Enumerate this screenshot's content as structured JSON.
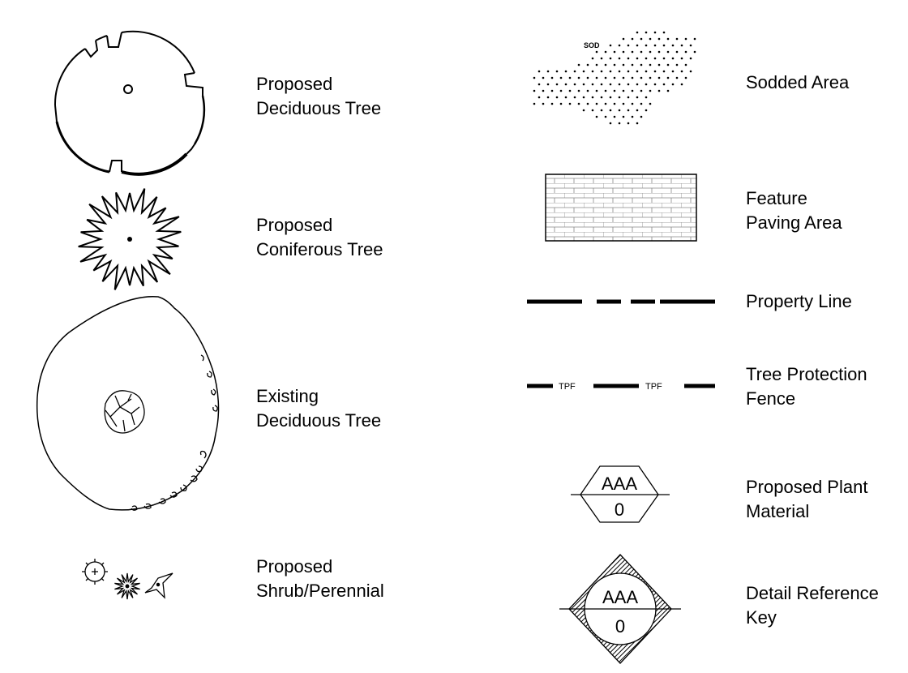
{
  "legend": {
    "left": [
      {
        "name": "proposed-deciduous-tree",
        "lines": [
          "Proposed",
          "Deciduous Tree"
        ]
      },
      {
        "name": "proposed-coniferous-tree",
        "lines": [
          "Proposed",
          "Coniferous Tree"
        ]
      },
      {
        "name": "existing-deciduous-tree",
        "lines": [
          "Existing",
          "Deciduous Tree"
        ]
      },
      {
        "name": "proposed-shrub-perennial",
        "lines": [
          "Proposed",
          "Shrub/Perennial"
        ]
      }
    ],
    "right": [
      {
        "name": "sodded-area",
        "lines": [
          "Sodded Area"
        ],
        "symbol_text": "SOD"
      },
      {
        "name": "feature-paving-area",
        "lines": [
          "Feature",
          "Paving Area"
        ]
      },
      {
        "name": "property-line",
        "lines": [
          "Property Line"
        ]
      },
      {
        "name": "tree-protection-fence",
        "lines": [
          "Tree Protection",
          "Fence"
        ],
        "symbol_text": "TPF"
      },
      {
        "name": "proposed-plant-material",
        "lines": [
          "Proposed Plant",
          "Material"
        ],
        "symbol_top": "AAA",
        "symbol_bottom": "0"
      },
      {
        "name": "detail-reference-key",
        "lines": [
          "Detail Reference",
          "Key"
        ],
        "symbol_top": "AAA",
        "symbol_bottom": "0"
      }
    ]
  }
}
